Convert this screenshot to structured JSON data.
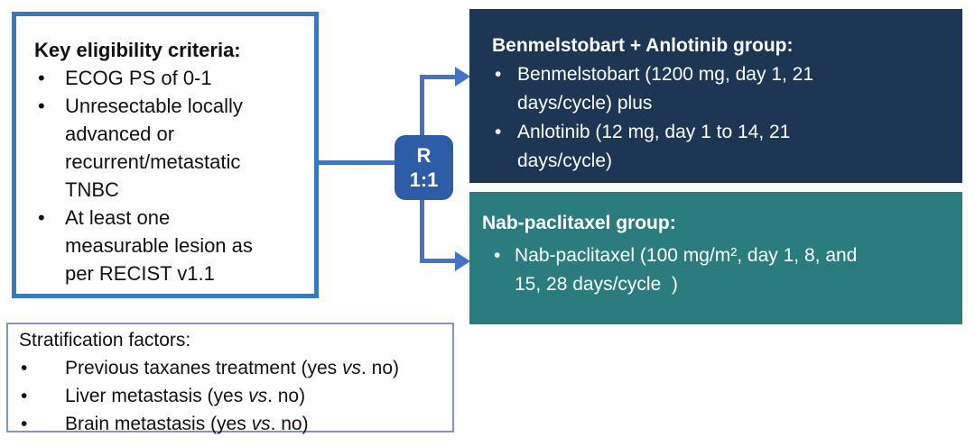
{
  "colors": {
    "arrow_blue": "#4472c4",
    "eligibility_border": "#3579bf",
    "randomization_fill": "#2e5da8",
    "arm_a_background": "#1c3654",
    "arm_b_background": "#2a7c7e",
    "stratification_border": "#7e97c1"
  },
  "eligibility_box": {
    "title": "Key eligibility criteria:",
    "items": [
      [
        "ECOG PS of 0-1"
      ],
      [
        "Unresectable locally",
        "advanced or",
        "recurrent/metastatic",
        "TNBC"
      ],
      [
        "At least one",
        "measurable lesion as",
        "per RECIST v1.1"
      ]
    ]
  },
  "randomization_node": {
    "line1": "R",
    "line2": "1:1"
  },
  "arm_a_box": {
    "title": "Benmelstobart + Anlotinib group:",
    "items": [
      [
        "Benmelstobart (1200 mg, day 1, 21",
        "days/cycle) plus"
      ],
      [
        "Anlotinib (12 mg, day 1 to 14, 21",
        "days/cycle)"
      ]
    ]
  },
  "arm_b_box": {
    "title": "Nab-paclitaxel group:",
    "items": [
      [
        "Nab-paclitaxel (100 mg/m², day 1, 8, and",
        "15, 28 days/cycle  )"
      ]
    ]
  },
  "stratification_box": {
    "title": "Stratification factors:",
    "items": [
      [
        [
          {
            "t": "Previous taxanes treatment (yes "
          },
          {
            "t": "vs",
            "i": true
          },
          {
            "t": ". no)"
          }
        ]
      ],
      [
        [
          {
            "t": "Liver metastasis (yes "
          },
          {
            "t": "vs",
            "i": true
          },
          {
            "t": ". no)"
          }
        ]
      ],
      [
        [
          {
            "t": "Brain metastasis (yes "
          },
          {
            "t": "vs",
            "i": true
          },
          {
            "t": ". no)"
          }
        ]
      ]
    ]
  }
}
